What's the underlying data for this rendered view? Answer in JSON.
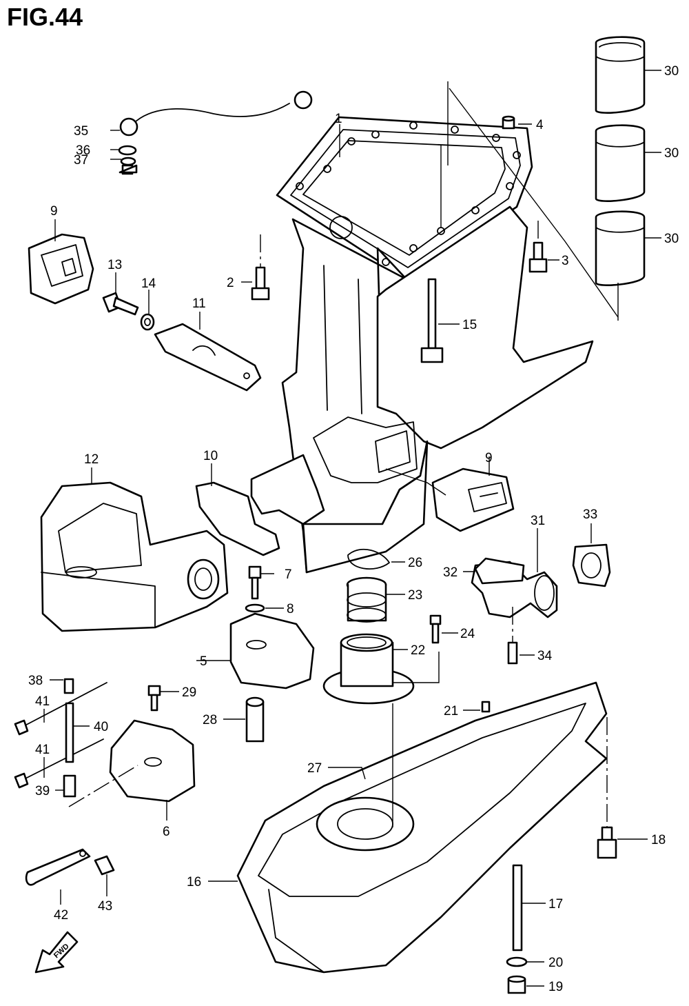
{
  "figure": {
    "title": "FIG.44"
  },
  "callouts": [
    {
      "id": "c1",
      "label": "1"
    },
    {
      "id": "c2",
      "label": "2"
    },
    {
      "id": "c3",
      "label": "3"
    },
    {
      "id": "c4",
      "label": "4"
    },
    {
      "id": "c5",
      "label": "5"
    },
    {
      "id": "c6",
      "label": "6"
    },
    {
      "id": "c7",
      "label": "7"
    },
    {
      "id": "c8",
      "label": "8"
    },
    {
      "id": "c9a",
      "label": "9"
    },
    {
      "id": "c9b",
      "label": "9"
    },
    {
      "id": "c10",
      "label": "10"
    },
    {
      "id": "c11",
      "label": "11"
    },
    {
      "id": "c12",
      "label": "12"
    },
    {
      "id": "c13",
      "label": "13"
    },
    {
      "id": "c14",
      "label": "14"
    },
    {
      "id": "c15",
      "label": "15"
    },
    {
      "id": "c16",
      "label": "16"
    },
    {
      "id": "c17",
      "label": "17"
    },
    {
      "id": "c18",
      "label": "18"
    },
    {
      "id": "c19",
      "label": "19"
    },
    {
      "id": "c20",
      "label": "20"
    },
    {
      "id": "c21",
      "label": "21"
    },
    {
      "id": "c22",
      "label": "22"
    },
    {
      "id": "c23",
      "label": "23"
    },
    {
      "id": "c24",
      "label": "24"
    },
    {
      "id": "c26",
      "label": "26"
    },
    {
      "id": "c27",
      "label": "27"
    },
    {
      "id": "c28",
      "label": "28"
    },
    {
      "id": "c29",
      "label": "29"
    },
    {
      "id": "c30a",
      "label": "30"
    },
    {
      "id": "c30b",
      "label": "30"
    },
    {
      "id": "c30c",
      "label": "30"
    },
    {
      "id": "c31",
      "label": "31"
    },
    {
      "id": "c32",
      "label": "32"
    },
    {
      "id": "c33",
      "label": "33"
    },
    {
      "id": "c34",
      "label": "34"
    },
    {
      "id": "c35",
      "label": "35"
    },
    {
      "id": "c36",
      "label": "36"
    },
    {
      "id": "c37",
      "label": "37"
    },
    {
      "id": "c38",
      "label": "38"
    },
    {
      "id": "c39",
      "label": "39"
    },
    {
      "id": "c40",
      "label": "40"
    },
    {
      "id": "c41a",
      "label": "41"
    },
    {
      "id": "c41b",
      "label": "41"
    },
    {
      "id": "c42",
      "label": "42"
    },
    {
      "id": "c43",
      "label": "43"
    }
  ],
  "direction_marker": {
    "label": "FWD"
  }
}
